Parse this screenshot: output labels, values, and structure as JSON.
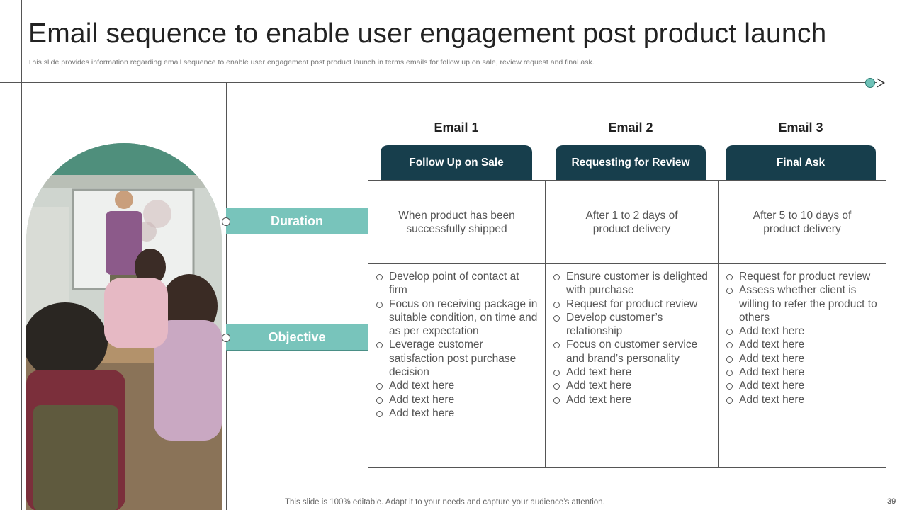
{
  "title": "Email sequence to enable user engagement post product launch",
  "subtitle": "This slide provides information regarding email sequence to enable user engagement post product launch in terms emails for follow up on sale, review request and final ask.",
  "rows": {
    "duration": "Duration",
    "objective": "Objective"
  },
  "emails": [
    {
      "header": "Email 1",
      "tab": "Follow Up on Sale",
      "duration_line1": "When product has been",
      "duration_line2": "successfully  shipped",
      "objectives": [
        "Develop point of contact at firm",
        "Focus on receiving package in suitable condition, on time and as per expectation",
        "Leverage customer satisfaction post purchase decision",
        "Add text here",
        "Add text here",
        "Add text here"
      ]
    },
    {
      "header": "Email 2",
      "tab": "Requesting for Review",
      "duration_line1": "After 1 to 2 days of",
      "duration_line2": "product delivery",
      "objectives": [
        "Ensure customer is delighted with purchase",
        "Request for product review",
        "Develop customer’s relationship",
        "Focus on customer service and brand’s personality",
        "Add text here",
        "Add text here",
        "Add text here"
      ]
    },
    {
      "header": "Email 3",
      "tab": "Final Ask",
      "duration_line1": "After 5 to 10 days of",
      "duration_line2": "product delivery",
      "objectives": [
        "Request for product review",
        "Assess whether  client is willing to refer the product to others",
        "Add text here",
        "Add text here",
        "Add text here",
        "Add text here",
        "Add text here",
        "Add text here"
      ]
    }
  ],
  "footer": "This slide is 100% editable. Adapt it to your needs and capture your audience’s attention.",
  "page_number": "39",
  "colors": {
    "tab_bg": "#173e4c",
    "row_label_bg": "#78c4bb",
    "accent_dot": "#6fc2b8"
  },
  "icons": {
    "timeline_dot": "circle-icon",
    "timeline_arrow": "arrow-right-icon"
  }
}
